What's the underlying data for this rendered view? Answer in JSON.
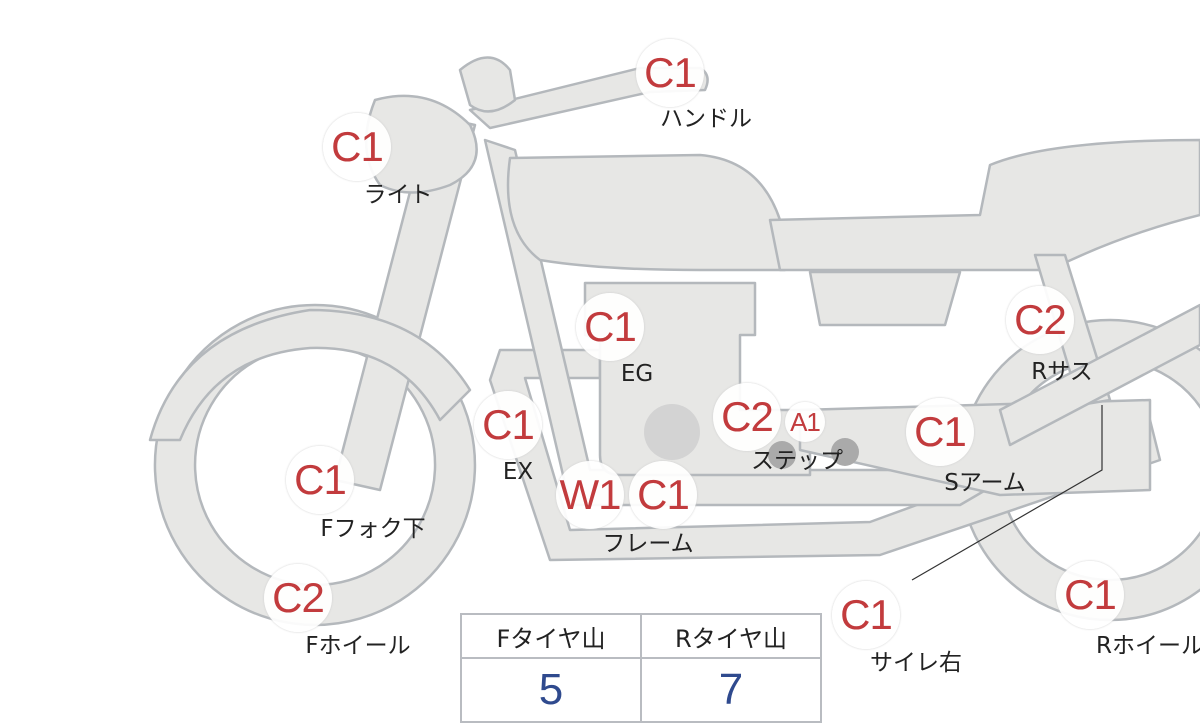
{
  "markers": [
    {
      "code": "C1",
      "label": "ハンドル"
    },
    {
      "code": "C1",
      "label": "ライト"
    },
    {
      "code": "C1",
      "label": "EG"
    },
    {
      "code": "C2",
      "label": "Rサス"
    },
    {
      "code": "C1",
      "label": "EX"
    },
    {
      "code": "C2",
      "extra_code": "A1",
      "label": "ステップ"
    },
    {
      "code": "C1",
      "label": "Sアーム"
    },
    {
      "code": "C1",
      "label": "Fフォク下"
    },
    {
      "code": "W1",
      "extra_code": "C1",
      "label": "フレーム"
    },
    {
      "code": "C2",
      "label": "Fホイール"
    },
    {
      "code": "C1",
      "label": "サイレ右"
    },
    {
      "code": "C1",
      "label": "Rホイール"
    }
  ],
  "tire_table": {
    "headers": [
      "Fタイヤ山",
      "Rタイヤ山"
    ],
    "values": [
      "5",
      "7"
    ]
  },
  "colors": {
    "marker_text": "#c23b3d",
    "value_text": "#2f4a8e",
    "bike_fill": "#e7e7e5",
    "bike_stroke": "#b4b8bc"
  }
}
